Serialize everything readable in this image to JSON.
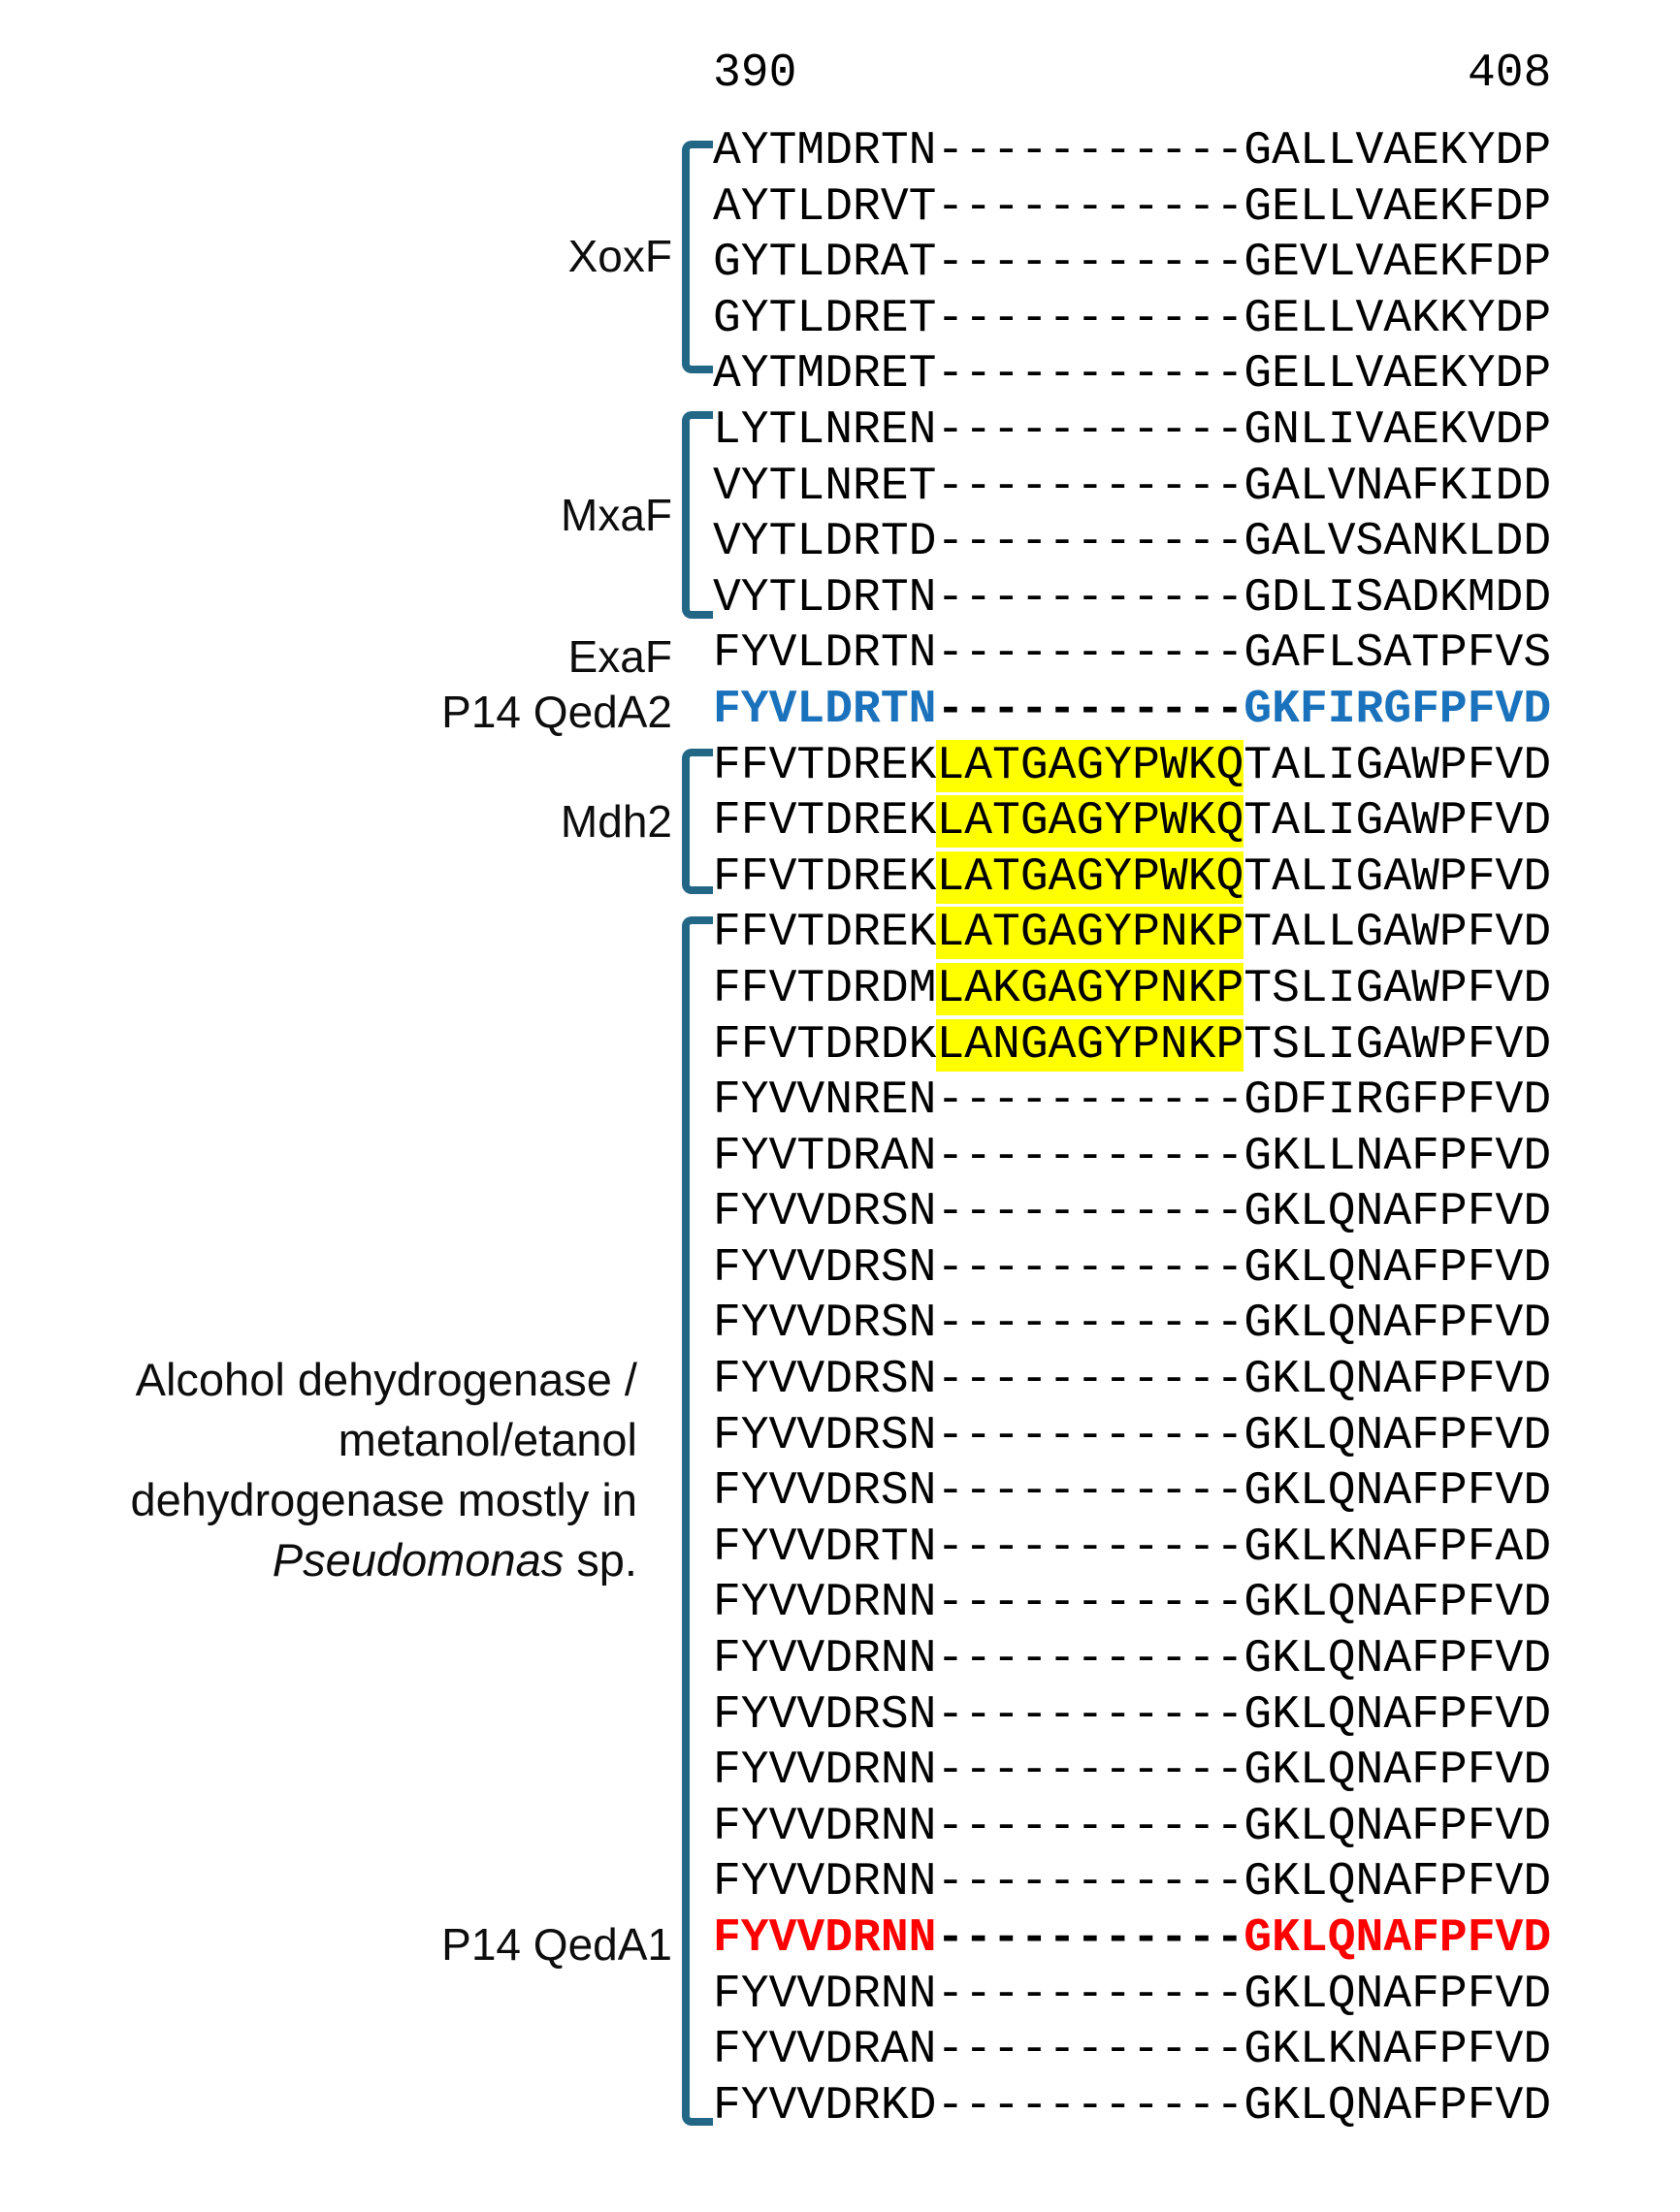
{
  "figure": {
    "type": "multiple-sequence-alignment",
    "position_start": "390",
    "position_end": "408"
  },
  "colors": {
    "bracket": "#236787",
    "highlight": "#FFFF00",
    "qeda2_blue": "#1B72BC",
    "qeda1_red": "#FF0000",
    "sequence_text": "#000000"
  },
  "groups": [
    {
      "label": "XoxF",
      "rows": "1-5",
      "bracket": true
    },
    {
      "label": "MxaF",
      "rows": "6-9",
      "bracket": true
    },
    {
      "label": "ExaF",
      "rows": "10",
      "bracket": false
    },
    {
      "label": "P14 QedA2",
      "rows": "11",
      "bracket": false,
      "color": "#1B72BC"
    },
    {
      "label": "Mdh2",
      "rows": "12-14",
      "bracket": true
    },
    {
      "label_lines": [
        "Alcohol dehydrogenase /",
        "metanol/etanol",
        "dehydrogenase mostly in"
      ],
      "label_italic": "Pseudomonas",
      "label_tail": " sp.",
      "rows": "15-36",
      "bracket": true,
      "member_label": "P14 QedA1",
      "member_row": "33",
      "member_color": "#FF0000"
    }
  ],
  "alignment": {
    "gap": "-----------",
    "rows": [
      {
        "segs": [
          [
            "AYTMDRTN",
            "n"
          ],
          [
            "-----------",
            "n"
          ],
          [
            "GALLVAEKYDP",
            "n"
          ]
        ]
      },
      {
        "segs": [
          [
            "AYTLDRVT",
            "n"
          ],
          [
            "-----------",
            "n"
          ],
          [
            "GELLVAEKFDP",
            "n"
          ]
        ]
      },
      {
        "segs": [
          [
            "GYTLDRAT",
            "n"
          ],
          [
            "-----------",
            "n"
          ],
          [
            "GEVLVAEKFDP",
            "n"
          ]
        ]
      },
      {
        "segs": [
          [
            "GYTLDRET",
            "n"
          ],
          [
            "-----------",
            "n"
          ],
          [
            "GELLVAKKYDP",
            "n"
          ]
        ]
      },
      {
        "segs": [
          [
            "AYTMDRET",
            "n"
          ],
          [
            "-----------",
            "n"
          ],
          [
            "GELLVAEKYDP",
            "n"
          ]
        ]
      },
      {
        "segs": [
          [
            "LYTLNREN",
            "n"
          ],
          [
            "-----------",
            "n"
          ],
          [
            "GNLIVAEKVDP",
            "n"
          ]
        ]
      },
      {
        "segs": [
          [
            "VYTLNRET",
            "n"
          ],
          [
            "-----------",
            "n"
          ],
          [
            "GALVNAFKIDD",
            "n"
          ]
        ]
      },
      {
        "segs": [
          [
            "VYTLDRTD",
            "n"
          ],
          [
            "-----------",
            "n"
          ],
          [
            "GALVSANKLDD",
            "n"
          ]
        ]
      },
      {
        "segs": [
          [
            "VYTLDRTN",
            "n"
          ],
          [
            "-----------",
            "n"
          ],
          [
            "GDLISADKMDD",
            "n"
          ]
        ]
      },
      {
        "segs": [
          [
            "FYVLDRTN",
            "n"
          ],
          [
            "-----------",
            "n"
          ],
          [
            "GAFLSATPFVS",
            "n"
          ]
        ]
      },
      {
        "segs": [
          [
            "FYVLDRTN",
            "b"
          ],
          [
            "-----------",
            "d"
          ],
          [
            "GKFIRGFPFVD",
            "b"
          ]
        ]
      },
      {
        "segs": [
          [
            "FFVTDREK",
            "n"
          ],
          [
            "LATGAGYPWKQ",
            "h"
          ],
          [
            "TALIGAWPFVD",
            "n"
          ]
        ]
      },
      {
        "segs": [
          [
            "FFVTDREK",
            "n"
          ],
          [
            "LATGAGYPWKQ",
            "h"
          ],
          [
            "TALIGAWPFVD",
            "n"
          ]
        ]
      },
      {
        "segs": [
          [
            "FFVTDREK",
            "n"
          ],
          [
            "LATGAGYPWKQ",
            "h"
          ],
          [
            "TALIGAWPFVD",
            "n"
          ]
        ]
      },
      {
        "segs": [
          [
            "FFVTDREK",
            "n"
          ],
          [
            "LATGAGYPNKP",
            "h"
          ],
          [
            "TALLGAWPFVD",
            "n"
          ]
        ]
      },
      {
        "segs": [
          [
            "FFVTDRDM",
            "n"
          ],
          [
            "LAKGAGYPNKP",
            "h"
          ],
          [
            "TSLIGAWPFVD",
            "n"
          ]
        ]
      },
      {
        "segs": [
          [
            "FFVTDRDK",
            "n"
          ],
          [
            "LANGAGYPNKP",
            "h"
          ],
          [
            "TSLIGAWPFVD",
            "n"
          ]
        ]
      },
      {
        "segs": [
          [
            "FYVVNREN",
            "n"
          ],
          [
            "-----------",
            "n"
          ],
          [
            "GDFIRGFPFVD",
            "n"
          ]
        ]
      },
      {
        "segs": [
          [
            "FYVTDRAN",
            "n"
          ],
          [
            "-----------",
            "n"
          ],
          [
            "GKLLNAFPFVD",
            "n"
          ]
        ]
      },
      {
        "segs": [
          [
            "FYVVDRSN",
            "n"
          ],
          [
            "-----------",
            "n"
          ],
          [
            "GKLQNAFPFVD",
            "n"
          ]
        ]
      },
      {
        "segs": [
          [
            "FYVVDRSN",
            "n"
          ],
          [
            "-----------",
            "n"
          ],
          [
            "GKLQNAFPFVD",
            "n"
          ]
        ]
      },
      {
        "segs": [
          [
            "FYVVDRSN",
            "n"
          ],
          [
            "-----------",
            "n"
          ],
          [
            "GKLQNAFPFVD",
            "n"
          ]
        ]
      },
      {
        "segs": [
          [
            "FYVVDRSN",
            "n"
          ],
          [
            "-----------",
            "n"
          ],
          [
            "GKLQNAFPFVD",
            "n"
          ]
        ]
      },
      {
        "segs": [
          [
            "FYVVDRSN",
            "n"
          ],
          [
            "-----------",
            "n"
          ],
          [
            "GKLQNAFPFVD",
            "n"
          ]
        ]
      },
      {
        "segs": [
          [
            "FYVVDRSN",
            "n"
          ],
          [
            "-----------",
            "n"
          ],
          [
            "GKLQNAFPFVD",
            "n"
          ]
        ]
      },
      {
        "segs": [
          [
            "FYVVDRTN",
            "n"
          ],
          [
            "-----------",
            "n"
          ],
          [
            "GKLKNAFPFAD",
            "n"
          ]
        ]
      },
      {
        "segs": [
          [
            "FYVVDRNN",
            "n"
          ],
          [
            "-----------",
            "n"
          ],
          [
            "GKLQNAFPFVD",
            "n"
          ]
        ]
      },
      {
        "segs": [
          [
            "FYVVDRNN",
            "n"
          ],
          [
            "-----------",
            "n"
          ],
          [
            "GKLQNAFPFVD",
            "n"
          ]
        ]
      },
      {
        "segs": [
          [
            "FYVVDRSN",
            "n"
          ],
          [
            "-----------",
            "n"
          ],
          [
            "GKLQNAFPFVD",
            "n"
          ]
        ]
      },
      {
        "segs": [
          [
            "FYVVDRNN",
            "n"
          ],
          [
            "-----------",
            "n"
          ],
          [
            "GKLQNAFPFVD",
            "n"
          ]
        ]
      },
      {
        "segs": [
          [
            "FYVVDRNN",
            "n"
          ],
          [
            "-----------",
            "n"
          ],
          [
            "GKLQNAFPFVD",
            "n"
          ]
        ]
      },
      {
        "segs": [
          [
            "FYVVDRNN",
            "n"
          ],
          [
            "-----------",
            "n"
          ],
          [
            "GKLQNAFPFVD",
            "n"
          ]
        ]
      },
      {
        "segs": [
          [
            "FYVVDRNN",
            "r"
          ],
          [
            "-----------",
            "d"
          ],
          [
            "GKLQNAFPFVD",
            "r"
          ]
        ]
      },
      {
        "segs": [
          [
            "FYVVDRNN",
            "n"
          ],
          [
            "-----------",
            "n"
          ],
          [
            "GKLQNAFPFVD",
            "n"
          ]
        ]
      },
      {
        "segs": [
          [
            "FYVVDRAN",
            "n"
          ],
          [
            "-----------",
            "n"
          ],
          [
            "GKLKNAFPFVD",
            "n"
          ]
        ]
      },
      {
        "segs": [
          [
            "FYVVDRKD",
            "n"
          ],
          [
            "-----------",
            "n"
          ],
          [
            "GKLQNAFPFVD",
            "n"
          ]
        ]
      }
    ]
  }
}
